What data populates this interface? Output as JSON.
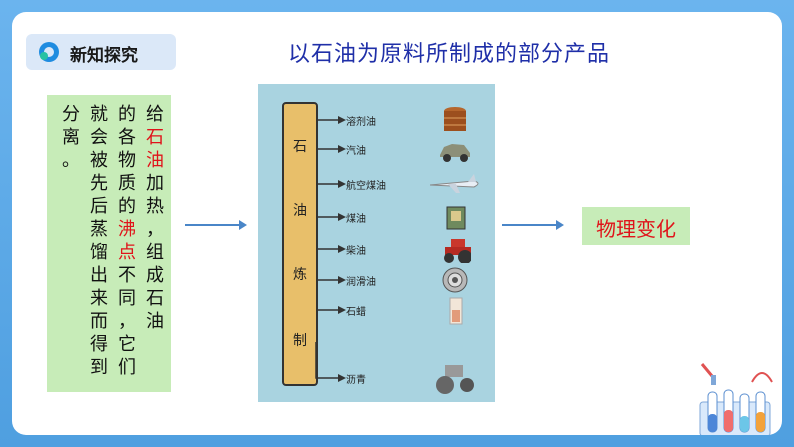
{
  "header": {
    "badge_label": "新知探究",
    "title": "以石油为原料所制成的部分产品"
  },
  "explanation": {
    "columns": [
      [
        {
          "t": "给"
        },
        {
          "t": "石",
          "c": "red"
        },
        {
          "t": "油",
          "c": "red"
        },
        {
          "t": "加"
        },
        {
          "t": "热"
        },
        {
          "t": "，"
        },
        {
          "t": "组"
        },
        {
          "t": "成"
        },
        {
          "t": "石"
        },
        {
          "t": "油"
        }
      ],
      [
        {
          "t": "的"
        },
        {
          "t": "各"
        },
        {
          "t": "物"
        },
        {
          "t": "质"
        },
        {
          "t": "的"
        },
        {
          "t": "沸",
          "c": "red"
        },
        {
          "t": "点",
          "c": "red"
        },
        {
          "t": "不"
        },
        {
          "t": "同"
        },
        {
          "t": "，"
        },
        {
          "t": "它"
        },
        {
          "t": "们"
        }
      ],
      [
        {
          "t": "就"
        },
        {
          "t": "会"
        },
        {
          "t": "被"
        },
        {
          "t": "先"
        },
        {
          "t": "后"
        },
        {
          "t": "蒸"
        },
        {
          "t": "馏"
        },
        {
          "t": "出"
        },
        {
          "t": "来"
        },
        {
          "t": "而"
        },
        {
          "t": "得"
        },
        {
          "t": "到"
        }
      ],
      [
        {
          "t": "分"
        },
        {
          "t": "离"
        },
        {
          "t": "。"
        }
      ]
    ]
  },
  "diagram": {
    "column_label": [
      "石",
      "油",
      "炼",
      "制"
    ],
    "products": [
      {
        "label": "溶剂油",
        "icon": "barrel-stack-icon"
      },
      {
        "label": "汽油",
        "icon": "car-icon"
      },
      {
        "label": "航空煤油",
        "icon": "airplane-icon"
      },
      {
        "label": "煤油",
        "icon": "kerosene-lamp-icon"
      },
      {
        "label": "柴油",
        "icon": "tractor-icon"
      },
      {
        "label": "润滑油",
        "icon": "bearing-icon"
      },
      {
        "label": "石蜡",
        "icon": "candle-icon"
      },
      {
        "label": "沥青",
        "icon": "road-roller-icon"
      }
    ]
  },
  "result": {
    "label": "物理变化"
  },
  "colors": {
    "title": "#1f2fa8",
    "highlight": "#e0131a",
    "textbox_bg": "#c7ecb8",
    "diagram_bg": "#a9d3e0",
    "column_fill": "#e8bf6a",
    "arrow": "#4a86c8"
  }
}
